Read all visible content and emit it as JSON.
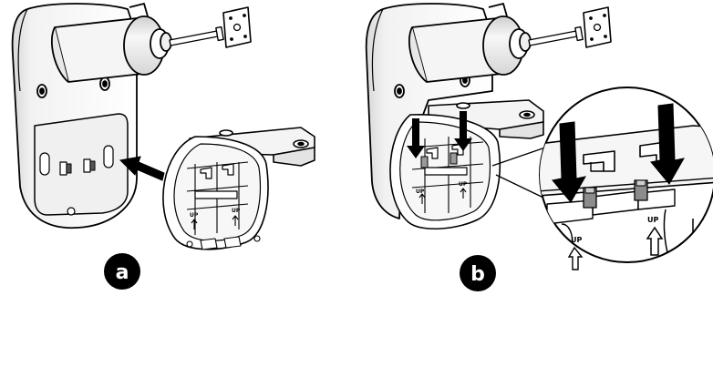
{
  "panels": {
    "a": {
      "label": "a",
      "up_marks": [
        "UP",
        "UP"
      ]
    },
    "b": {
      "label": "b",
      "up_marks": [
        "UP",
        "UP"
      ],
      "zoom_up_marks": [
        "UP",
        "UP"
      ]
    }
  },
  "icons": {
    "arrow": "push-arrow-icon",
    "down_arrow": "down-arrow-icon",
    "up_arrow": "up-arrow-icon"
  },
  "colors": {
    "line": "#000000",
    "fill": "#ffffff",
    "shade": "#e6e6e6",
    "mid": "#bdbdbd",
    "badge": "#000000"
  }
}
